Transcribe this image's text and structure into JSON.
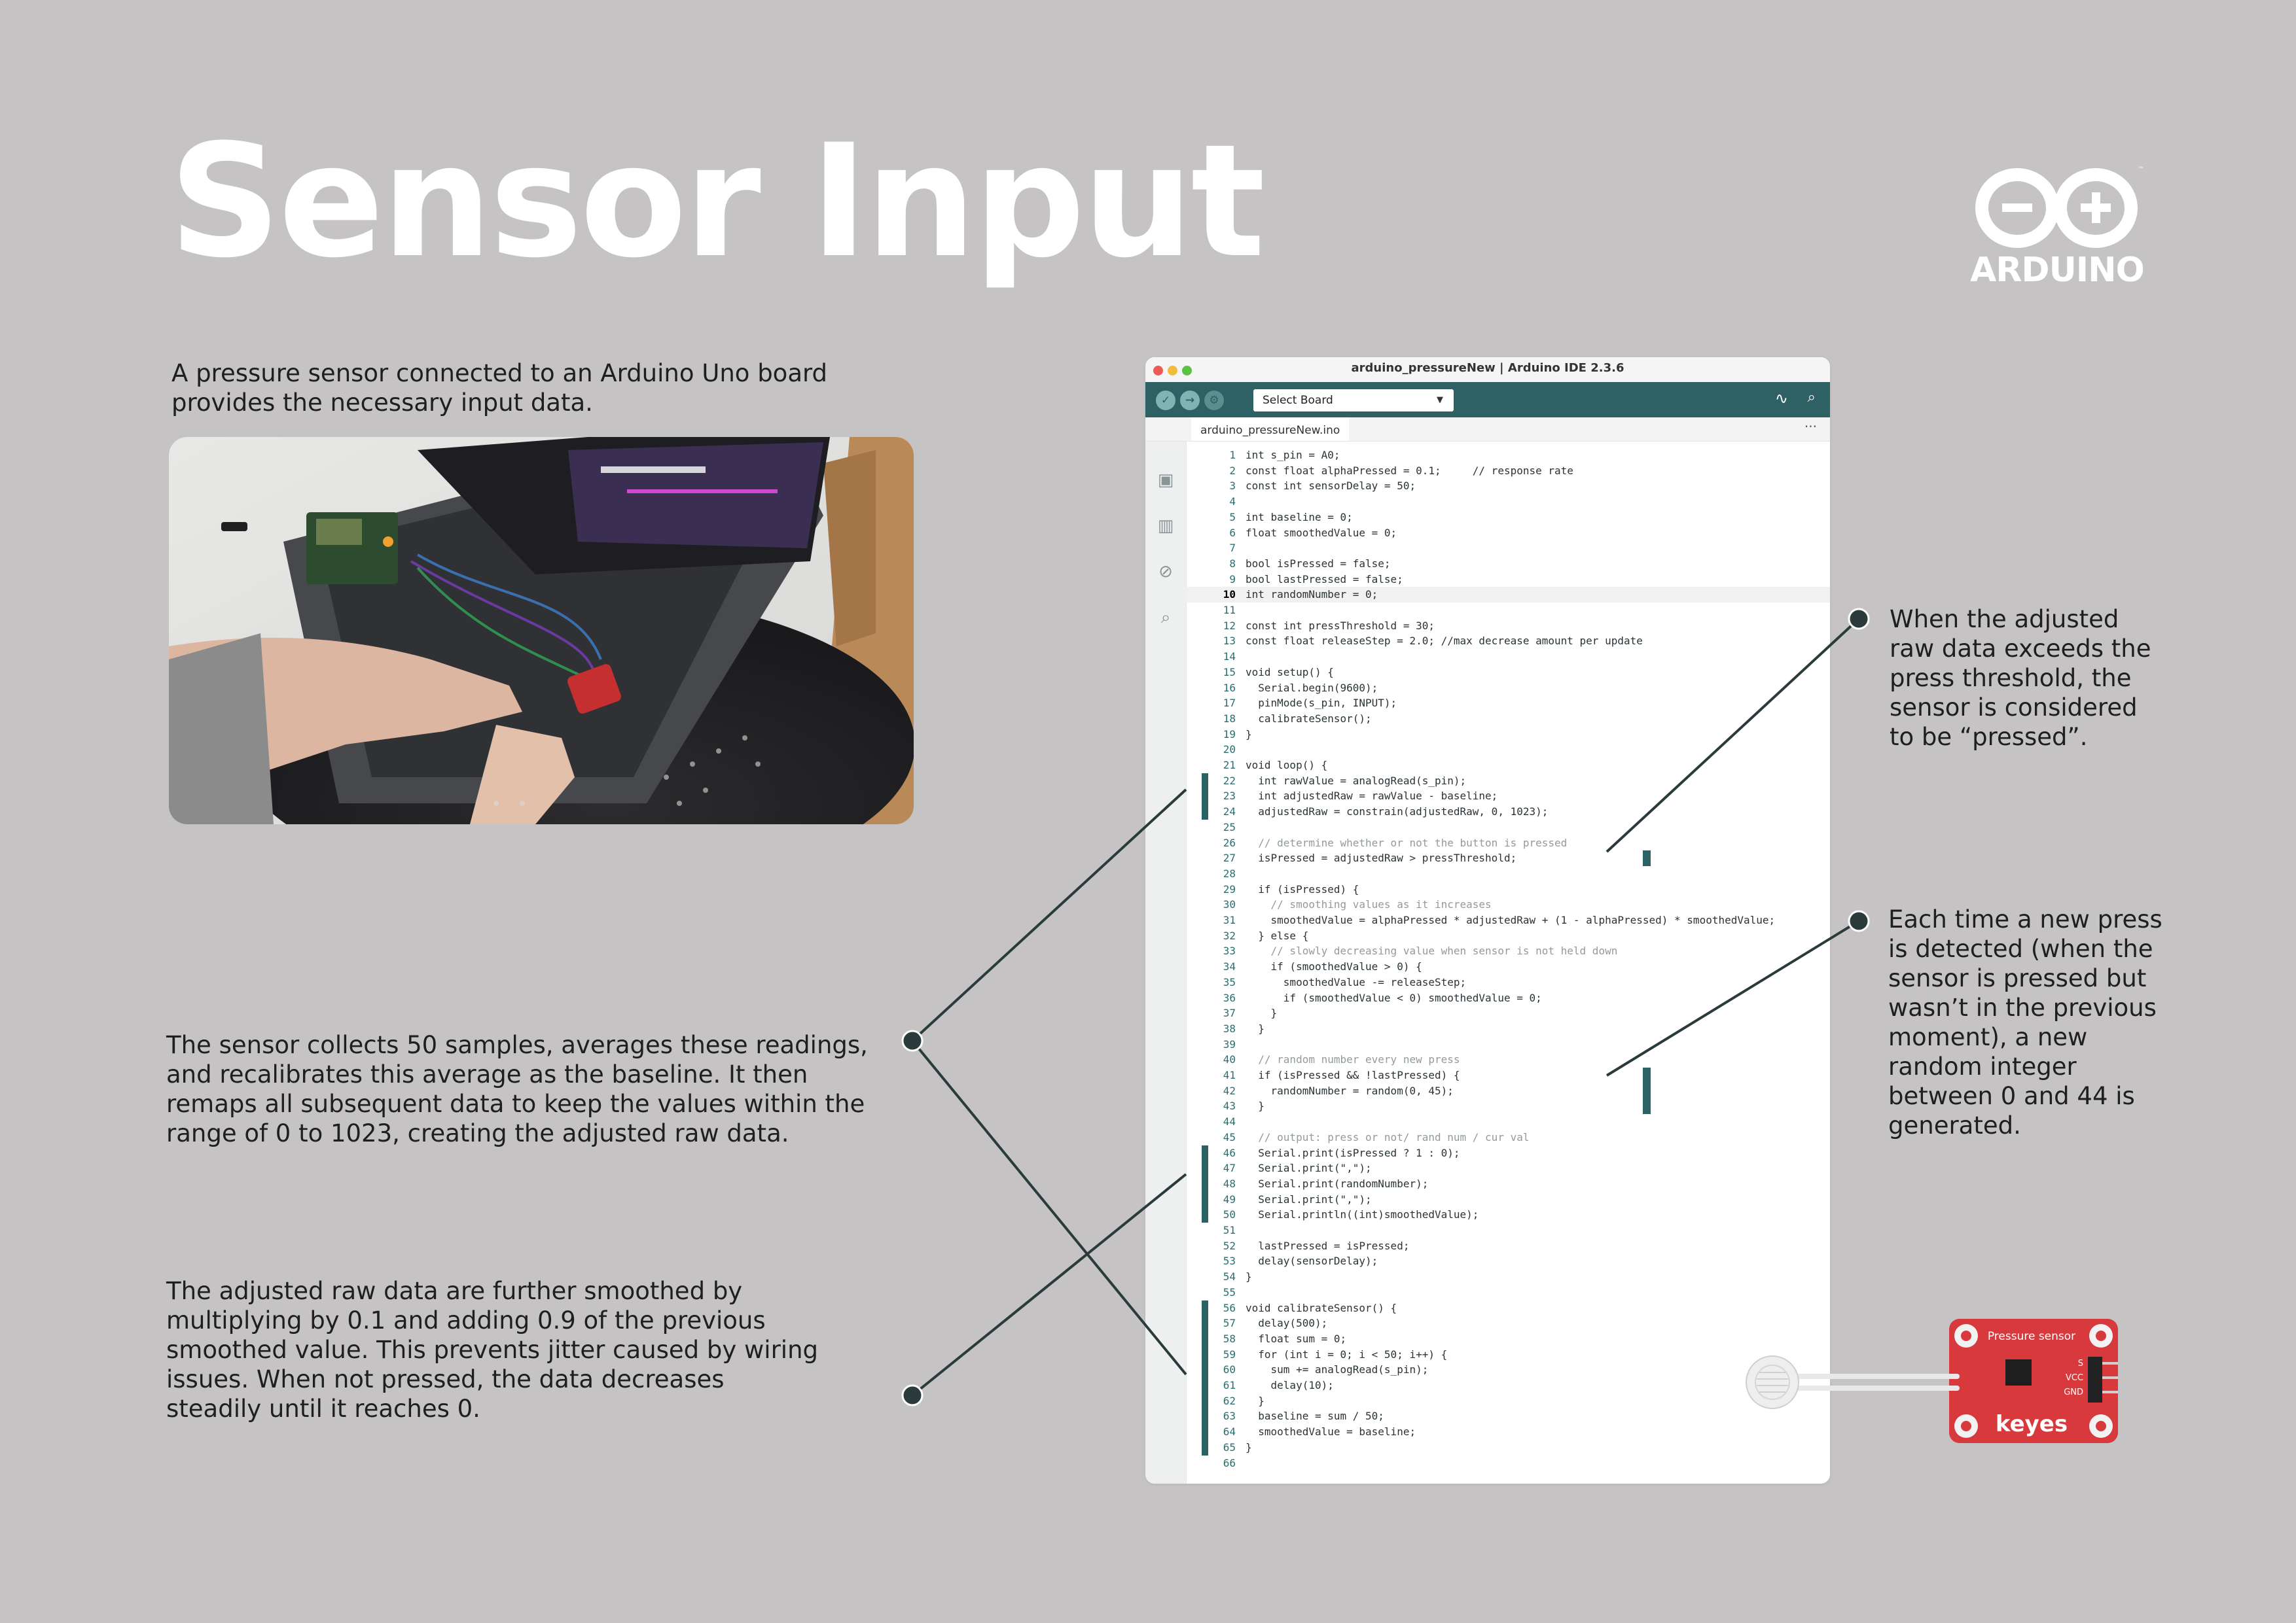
{
  "page": {
    "title": "Sensor Input",
    "intro_text": "A pressure sensor connected to an Arduino Uno board provides the necessary input data.",
    "sensor_text": "The sensor collects 50 samples, averages these readings, and recalibrates this average as the baseline. It then remaps all subsequent data to keep the values within the range of 0 to 1023, creating the adjusted raw data.",
    "smooth_text": "The adjusted raw data are further smoothed by multiplying by 0.1 and adding 0.9 of the previous smoothed value. This prevents jitter caused by wiring issues. When not pressed, the data decreases steadily until it reaches 0.",
    "press_text": "When the adjusted raw data exceeds the press threshold, the sensor is considered to be “pressed”.",
    "random_text": "Each time a new press is detected (when the sensor is pressed but wasn’t in the previous moment), a new random integer between 0 and 44 is generated."
  },
  "logo": {
    "text": "ARDUINO",
    "tm": "™"
  },
  "badge": {
    "title": "Pressure sensor",
    "brand": "keyes",
    "pins": [
      "S",
      "VCC",
      "GND"
    ]
  },
  "ide": {
    "window_title": "arduino_pressureNew | Arduino IDE 2.3.6",
    "board_select": "Select Board",
    "tab_name": "arduino_pressureNew.ino",
    "tab_more": "···",
    "current_line": 10,
    "lines": [
      "int s_pin = A0;",
      "const float alphaPressed = 0.1;     // response rate",
      "const int sensorDelay = 50;",
      "",
      "int baseline = 0;",
      "float smoothedValue = 0;",
      "",
      "bool isPressed = false;",
      "bool lastPressed = false;",
      "int randomNumber = 0;",
      "",
      "const int pressThreshold = 30;",
      "const float releaseStep = 2.0; //max decrease amount per update",
      "",
      "void setup() {",
      "  Serial.begin(9600);",
      "  pinMode(s_pin, INPUT);",
      "  calibrateSensor();",
      "}",
      "",
      "void loop() {",
      "  int rawValue = analogRead(s_pin);",
      "  int adjustedRaw = rawValue - baseline;",
      "  adjustedRaw = constrain(adjustedRaw, 0, 1023);",
      "",
      "  // determine whether or not the button is pressed",
      "  isPressed = adjustedRaw > pressThreshold;",
      "",
      "  if (isPressed) {",
      "    // smoothing values as it increases",
      "    smoothedValue = alphaPressed * adjustedRaw + (1 - alphaPressed) * smoothedValue;",
      "  } else {",
      "    // slowly decreasing value when sensor is not held down",
      "    if (smoothedValue > 0) {",
      "      smoothedValue -= releaseStep;",
      "      if (smoothedValue < 0) smoothedValue = 0;",
      "    }",
      "  }",
      "",
      "  // random number every new press",
      "  if (isPressed && !lastPressed) {",
      "    randomNumber = random(0, 45);",
      "  }",
      "",
      "  // output: press or not/ rand num / cur val",
      "  Serial.print(isPressed ? 1 : 0);",
      "  Serial.print(\",\");",
      "  Serial.print(randomNumber);",
      "  Serial.print(\",\");",
      "  Serial.println((int)smoothedValue);",
      "",
      "  lastPressed = isPressed;",
      "  delay(sensorDelay);",
      "}",
      "",
      "void calibrateSensor() {",
      "  delay(500);",
      "  float sum = 0;",
      "  for (int i = 0; i < 50; i++) {",
      "    sum += analogRead(s_pin);",
      "    delay(10);",
      "  }",
      "  baseline = sum / 50;",
      "  smoothedValue = baseline;",
      "}",
      ""
    ]
  },
  "colors": {
    "background": "#c5c3c4",
    "ide_teal": "#2e6164",
    "connector": "#2b3b3c"
  }
}
